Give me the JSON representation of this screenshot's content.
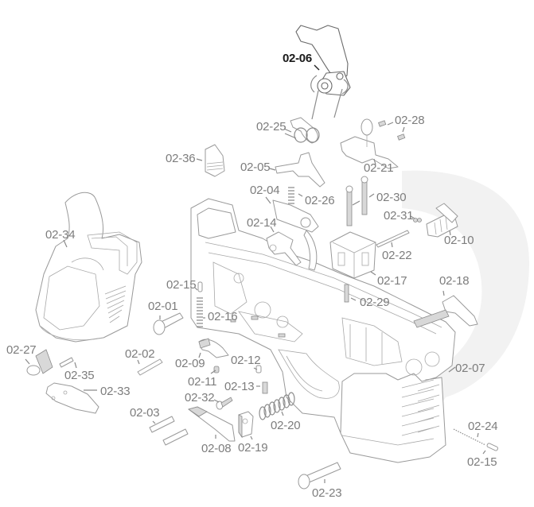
{
  "diagram": {
    "type": "exploded-parts-diagram",
    "highlighted_part": "02-06",
    "colors": {
      "label": "#7d7d7d",
      "highlight_label": "#1a1a1a",
      "line_art": "#9a9a9a",
      "background": "#ffffff"
    },
    "parts": [
      {
        "id": "02-01",
        "label": "02-01"
      },
      {
        "id": "02-02",
        "label": "02-02"
      },
      {
        "id": "02-03",
        "label": "02-03"
      },
      {
        "id": "02-04",
        "label": "02-04"
      },
      {
        "id": "02-05",
        "label": "02-05"
      },
      {
        "id": "02-06",
        "label": "02-06"
      },
      {
        "id": "02-07",
        "label": "02-07"
      },
      {
        "id": "02-08",
        "label": "02-08"
      },
      {
        "id": "02-09",
        "label": "02-09"
      },
      {
        "id": "02-10",
        "label": "02-10"
      },
      {
        "id": "02-11",
        "label": "02-11"
      },
      {
        "id": "02-12",
        "label": "02-12"
      },
      {
        "id": "02-13",
        "label": "02-13"
      },
      {
        "id": "02-14",
        "label": "02-14"
      },
      {
        "id": "02-15a",
        "label": "02-15"
      },
      {
        "id": "02-15b",
        "label": "02-15"
      },
      {
        "id": "02-16",
        "label": "02-16"
      },
      {
        "id": "02-17",
        "label": "02-17"
      },
      {
        "id": "02-18",
        "label": "02-18"
      },
      {
        "id": "02-19",
        "label": "02-19"
      },
      {
        "id": "02-20",
        "label": "02-20"
      },
      {
        "id": "02-21",
        "label": "02-21"
      },
      {
        "id": "02-22",
        "label": "02-22"
      },
      {
        "id": "02-23",
        "label": "02-23"
      },
      {
        "id": "02-24",
        "label": "02-24"
      },
      {
        "id": "02-25",
        "label": "02-25"
      },
      {
        "id": "02-26",
        "label": "02-26"
      },
      {
        "id": "02-27",
        "label": "02-27"
      },
      {
        "id": "02-28",
        "label": "02-28"
      },
      {
        "id": "02-29",
        "label": "02-29"
      },
      {
        "id": "02-30",
        "label": "02-30"
      },
      {
        "id": "02-31",
        "label": "02-31"
      },
      {
        "id": "02-32",
        "label": "02-32"
      },
      {
        "id": "02-33",
        "label": "02-33"
      },
      {
        "id": "02-34",
        "label": "02-34"
      },
      {
        "id": "02-35",
        "label": "02-35"
      },
      {
        "id": "02-36",
        "label": "02-36"
      }
    ]
  }
}
